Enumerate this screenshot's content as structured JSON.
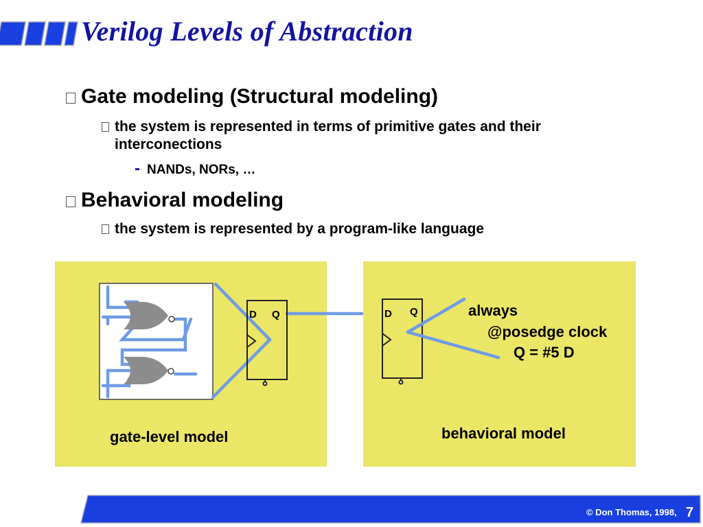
{
  "slide": {
    "title": "Verilog Levels of Abstraction",
    "bullets": [
      {
        "text": "Gate modeling (Structural modeling)",
        "sub": [
          {
            "text": "the system is represented in terms of primitive gates and their interconections",
            "sub": [
              {
                "text": "NANDs, NORs, …"
              }
            ]
          }
        ]
      },
      {
        "text": "Behavioral modeling",
        "sub": [
          {
            "text": "the system is represented by a program-like language"
          }
        ]
      }
    ],
    "left_panel": {
      "caption": "gate-level model",
      "flipflop": {
        "d_label": "D",
        "q_label": "Q"
      }
    },
    "right_panel": {
      "caption": "behavioral model",
      "flipflop": {
        "d_label": "D",
        "q_label": "Q"
      },
      "code_lines": [
        "always",
        "@posedge clock",
        "Q = #5 D"
      ]
    },
    "footer": {
      "copyright": "© Don Thomas, 1998,",
      "page_number": "7"
    },
    "colors": {
      "title": "#1414a0",
      "panel": "#ebe666",
      "connector": "#6f9be6",
      "footer_bar": "#1a3fe0",
      "gate": "#8c8c8c"
    }
  }
}
